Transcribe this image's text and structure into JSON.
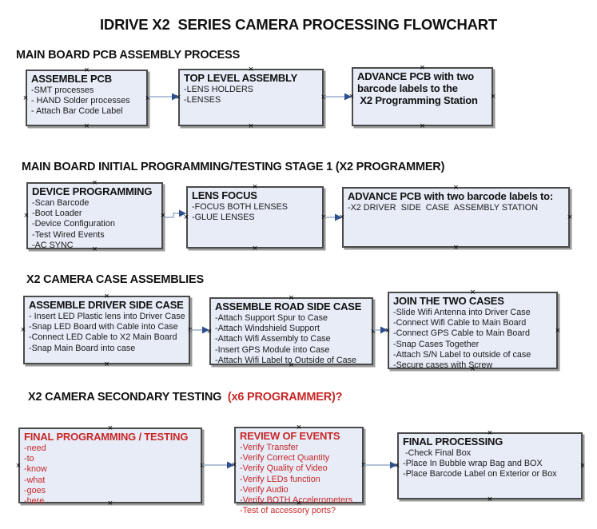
{
  "title": "IDRIVE X2  SERIES CAMERA PROCESSING FLOWCHART",
  "icons": {
    "connection_handle": "×"
  },
  "colors": {
    "box_fill": "#e7ecf7",
    "box_border": "#4a4a4a",
    "box_shadow": "#9a9a9a",
    "arrow_line": "#9aaec9",
    "arrow_head": "#2e4f8e",
    "alert_red": "#c82727",
    "text": "#111111",
    "background": "#ffffff"
  },
  "sections": [
    {
      "header": "MAIN BOARD PCB ASSEMBLY PROCESS",
      "boxes": [
        {
          "title": "ASSEMBLE PCB",
          "items": [
            "-SMT processes",
            "- HAND Solder processes",
            "- Attach Bar Code Label"
          ]
        },
        {
          "title": "TOP LEVEL ASSEMBLY",
          "items": [
            "-LENS HOLDERS",
            "-LENSES"
          ]
        },
        {
          "title": "ADVANCE PCB with two\nbarcode labels to the\n X2 Programming Station",
          "items": []
        }
      ]
    },
    {
      "header": "MAIN BOARD INITIAL PROGRAMMING/TESTING STAGE 1 (X2 PROGRAMMER)",
      "boxes": [
        {
          "title": "DEVICE PROGRAMMING",
          "items": [
            "-Scan Barcode",
            "-Boot Loader",
            "-Device Configuration",
            "-Test Wired Events",
            "-AC SYNC"
          ]
        },
        {
          "title": "LENS FOCUS",
          "items": [
            "-FOCUS BOTH LENSES",
            "-GLUE LENSES"
          ]
        },
        {
          "title": "ADVANCE PCB with two barcode labels to:",
          "items": [
            "-X2 DRIVER  SIDE  CASE  ASSEMBLY STATION"
          ]
        }
      ]
    },
    {
      "header": "X2 CAMERA CASE ASSEMBLIES",
      "boxes": [
        {
          "title": "ASSEMBLE DRIVER SIDE CASE",
          "items": [
            "- Insert LED Plastic lens into Driver Case",
            "-Snap LED Board with Cable into Case",
            "-Connect LED Cable to X2 Main Board",
            "-Snap Main Board into case"
          ]
        },
        {
          "title": "ASSEMBLE ROAD SIDE CASE",
          "items": [
            "-Attach Support Spur to Case",
            "-Attach Windshield Support",
            "-Attach Wifi Assembly to Case",
            "-Insert GPS Module into Case",
            "-Attach Wifi Label to Outside of Case"
          ]
        },
        {
          "title": "JOIN THE TWO CASES",
          "items": [
            "-Slide Wifi Antenna into Driver Case",
            "-Connect Wifi Cable to Main Board",
            "-Connect GPS Cable to Main Board",
            "-Snap Cases Together",
            "-Attach S/N Label to outside of case",
            "-Secure cases with Screw"
          ]
        }
      ]
    },
    {
      "header": "X2 CAMERA SECONDARY TESTING ",
      "header_red": " (x6 PROGRAMMER)?",
      "boxes": [
        {
          "title": "FINAL PROGRAMMING / TESTING",
          "items": [
            "-need",
            "-to",
            "-know",
            "-what",
            "-goes",
            "-here"
          ]
        },
        {
          "title": "REVIEW OF EVENTS",
          "items": [
            "-Verify Transfer",
            "-Verify Correct Quantity",
            "-Verify Quality of Video",
            "-Verify LEDs function",
            "-Verify Audio",
            "-Verify BOTH Accelerometers",
            "-Test of accessory ports?"
          ]
        },
        {
          "title": "FINAL PROCESSING",
          "items": [
            " -Check Final Box",
            "-Place In Bubble wrap Bag and BOX",
            "-Place Barcode Label on Exterior or Box"
          ]
        }
      ]
    }
  ]
}
